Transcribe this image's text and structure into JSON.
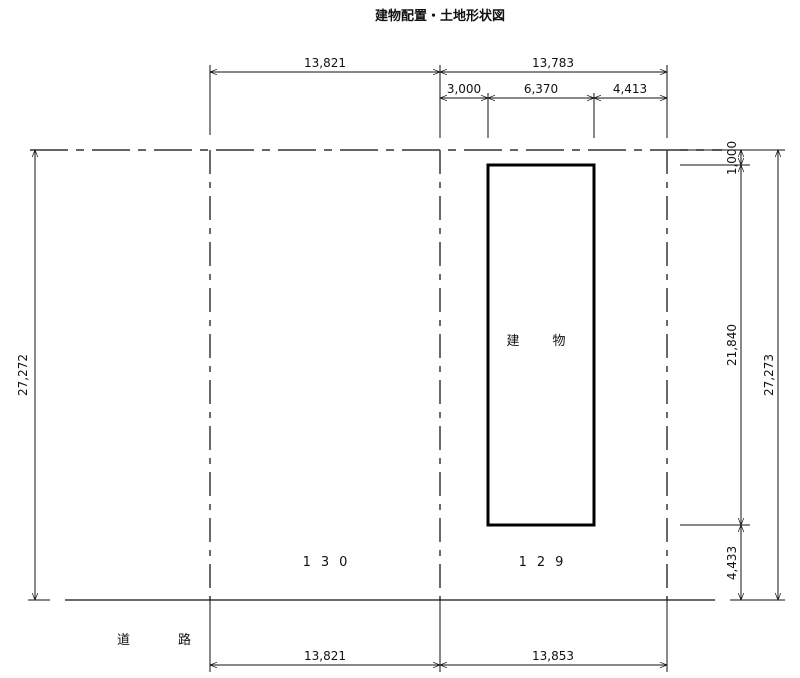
{
  "title": "建物配置・土地形状図",
  "building_label": "建　物",
  "lots": [
    "130",
    "129"
  ],
  "road_label_1": "道",
  "road_label_2": "路",
  "dimensions": {
    "top_left": "13,821",
    "top_right": "13,783",
    "top_sub_1": "3,000",
    "top_sub_2": "6,370",
    "top_sub_3": "4,413",
    "left_height": "27,272",
    "right_top_offset": "1,000",
    "right_building": "21,840",
    "right_bottom_offset": "4,433",
    "right_height": "27,273",
    "bottom_left": "13,821",
    "bottom_right": "13,853"
  }
}
